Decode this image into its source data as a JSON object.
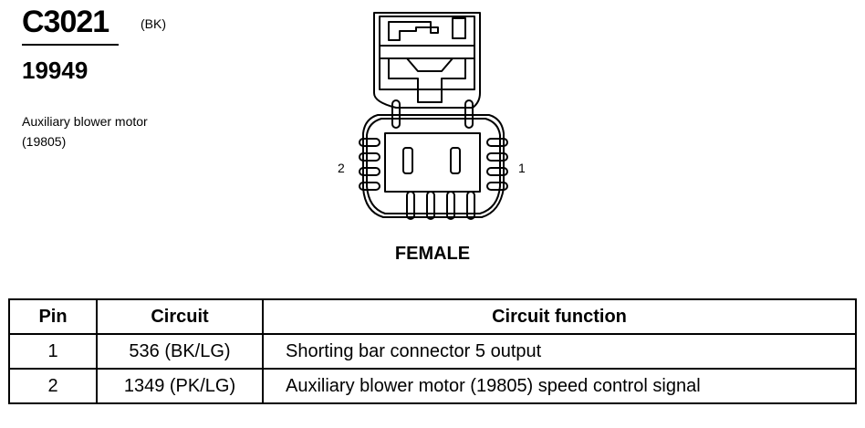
{
  "connector": {
    "id": "C3021",
    "color_code": "(BK)",
    "part_number": "19949",
    "description": "Auxiliary blower motor (19805)",
    "gender": "FEMALE",
    "pin_labels": {
      "left": "2",
      "right": "1"
    }
  },
  "table": {
    "headers": {
      "pin": "Pin",
      "circuit": "Circuit",
      "function": "Circuit function"
    },
    "rows": [
      {
        "pin": "1",
        "circuit": "536 (BK/LG)",
        "function": "Shorting bar connector 5 output"
      },
      {
        "pin": "2",
        "circuit": "1349 (PK/LG)",
        "function": "Auxiliary blower motor (19805) speed control signal"
      }
    ]
  }
}
